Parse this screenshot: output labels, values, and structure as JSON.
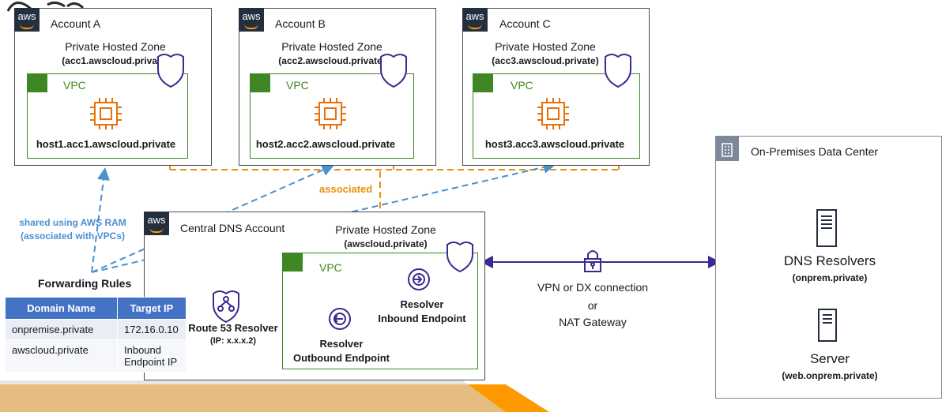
{
  "accounts": [
    {
      "name": "Account A",
      "phz_title": "Private Hosted Zone",
      "phz_domain": "(acc1.awscloud.private)",
      "vpc": "VPC",
      "host": "host1.acc1.awscloud.private"
    },
    {
      "name": "Account B",
      "phz_title": "Private Hosted Zone",
      "phz_domain": "(acc2.awscloud.private)",
      "vpc": "VPC",
      "host": "host2.acc2.awscloud.private"
    },
    {
      "name": "Account C",
      "phz_title": "Private Hosted Zone",
      "phz_domain": "(acc3.awscloud.private)",
      "vpc": "VPC",
      "host": "host3.acc3.awscloud.private"
    }
  ],
  "aws_logo_text": "aws",
  "associated_label": "associated",
  "shared_label_line1": "shared using AWS RAM",
  "shared_label_line2": "(associated with VPCs)",
  "central": {
    "name": "Central DNS Account",
    "phz_title": "Private Hosted Zone",
    "phz_domain": "(awscloud.private)",
    "vpc": "VPC",
    "resolver_name": "Route 53 Resolver",
    "resolver_ip": "(IP: x.x.x.2)",
    "inbound_line1": "Resolver",
    "inbound_line2": "Inbound Endpoint",
    "outbound_line1": "Resolver",
    "outbound_line2": "Outbound Endpoint"
  },
  "forwarding": {
    "title": "Forwarding Rules",
    "headers": [
      "Domain Name",
      "Target IP"
    ],
    "rows": [
      [
        "onpremise.private",
        "172.16.0.10"
      ],
      [
        "awscloud.private",
        "Inbound Endpoint IP"
      ]
    ]
  },
  "connection": {
    "line1": "VPN or DX connection",
    "line2": "or",
    "line3": "NAT Gateway"
  },
  "onprem": {
    "title": "On-Premises Data Center",
    "dns_title": "DNS Resolvers",
    "dns_sub": "(onprem.private)",
    "server_title": "Server",
    "server_sub": "(web.onprem.private)"
  },
  "colors": {
    "vpc_green": "#3f8624",
    "aws_dark": "#232f3e",
    "orange": "#e8910c",
    "blue_dashed": "#4a90d0",
    "table_header": "#4472c4",
    "phz_purple": "#3b2a8f"
  }
}
